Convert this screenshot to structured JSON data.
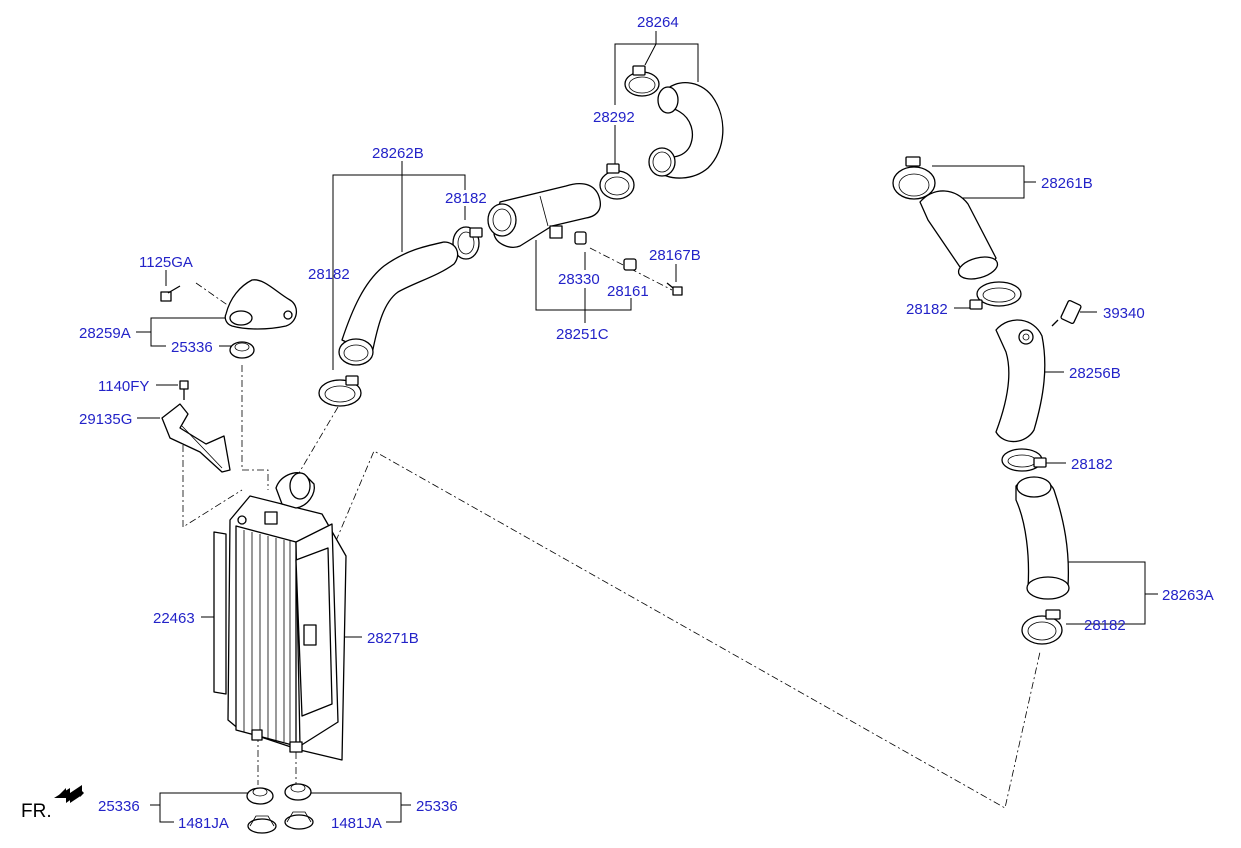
{
  "diagram": {
    "direction_label": "FR.",
    "labels": {
      "l_28264": "28264",
      "l_28292": "28292",
      "l_28262B": "28262B",
      "l_28182_top": "28182",
      "l_28182_left": "28182",
      "l_1125GA": "1125GA",
      "l_28259A": "28259A",
      "l_25336_upper": "25336",
      "l_1140FY": "1140FY",
      "l_29135G": "29135G",
      "l_28330": "28330",
      "l_28167B": "28167B",
      "l_28161": "28161",
      "l_28251C": "28251C",
      "l_28261B": "28261B",
      "l_28182_right1": "28182",
      "l_39340": "39340",
      "l_28256B": "28256B",
      "l_28182_right2": "28182",
      "l_28263A": "28263A",
      "l_28182_right3": "28182",
      "l_22463": "22463",
      "l_28271B": "28271B",
      "l_25336_bl": "25336",
      "l_1481JA_l": "1481JA",
      "l_1481JA_r": "1481JA",
      "l_25336_br": "25336"
    }
  }
}
